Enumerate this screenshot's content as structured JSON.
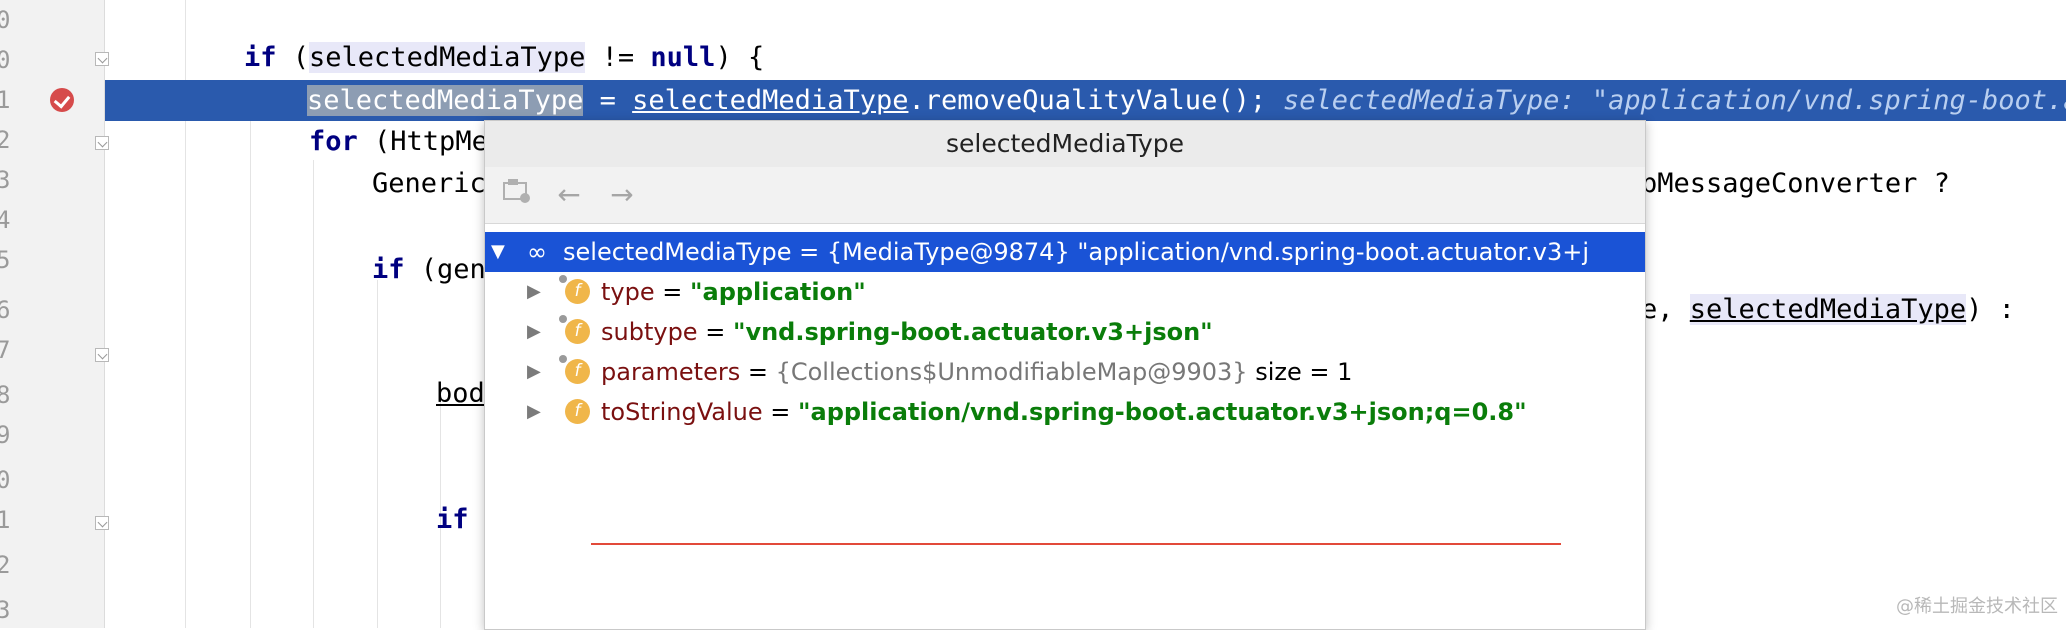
{
  "gutter": {
    "line_numbers": [
      "0",
      "1",
      "2",
      "3",
      "4",
      "5",
      "6",
      "7",
      "8",
      "9",
      "0",
      "1",
      "2",
      "3"
    ]
  },
  "editor": {
    "line1": {
      "kw_if": "if",
      "open": " (",
      "var": "selectedMediaType",
      "neq": " != ",
      "kw_null": "null",
      "close": ") {"
    },
    "line2": {
      "var": "selectedMediaType",
      "mid": " = ",
      "var2": "selectedMediaType",
      "call": ".removeQualityValue();",
      "hint": "selectedMediaType: \"application/vnd.spring-boot.a"
    },
    "line3": {
      "kw_for": "for",
      "rest": " (HttpMe"
    },
    "line4": {
      "left": "Generic",
      "right": "pMessageConverter ?"
    },
    "line5": {
      "kw_if": "if",
      "left": " (gen"
    },
    "line6": {
      "right_pre": "e, ",
      "right_var": "selectedMediaType",
      "right_post": ") :"
    },
    "line8": {
      "left": "bod"
    },
    "line10": {
      "kw_if": "if"
    }
  },
  "popup": {
    "title": "selectedMediaType",
    "toolbar": {
      "back": "←",
      "forward": "→"
    },
    "root": {
      "text": "selectedMediaType = {MediaType@9874} \"application/vnd.spring-boot.actuator.v3+j"
    },
    "fields": [
      {
        "name": "type",
        "eq": " = ",
        "value": "\"application\"",
        "kind": "string"
      },
      {
        "name": "subtype",
        "eq": " = ",
        "value": "\"vnd.spring-boot.actuator.v3+json\"",
        "kind": "string"
      },
      {
        "name": "parameters",
        "eq": " = ",
        "value": "{Collections$UnmodifiableMap@9903}",
        "extra": "  size = 1",
        "kind": "object"
      },
      {
        "name": "toStringValue",
        "eq": " = ",
        "value": "\"application/vnd.spring-boot.actuator.v3+json;q=0.8\"",
        "kind": "string"
      }
    ],
    "field_icon_letter": "f"
  },
  "watermark": "@稀土掘金技术社区",
  "colors": {
    "selection_line": "#2a5aad",
    "tree_selected": "#1a53d6",
    "string_value": "#0a7d0a",
    "field_name": "#7a1010",
    "field_icon": "#f0b64a"
  }
}
